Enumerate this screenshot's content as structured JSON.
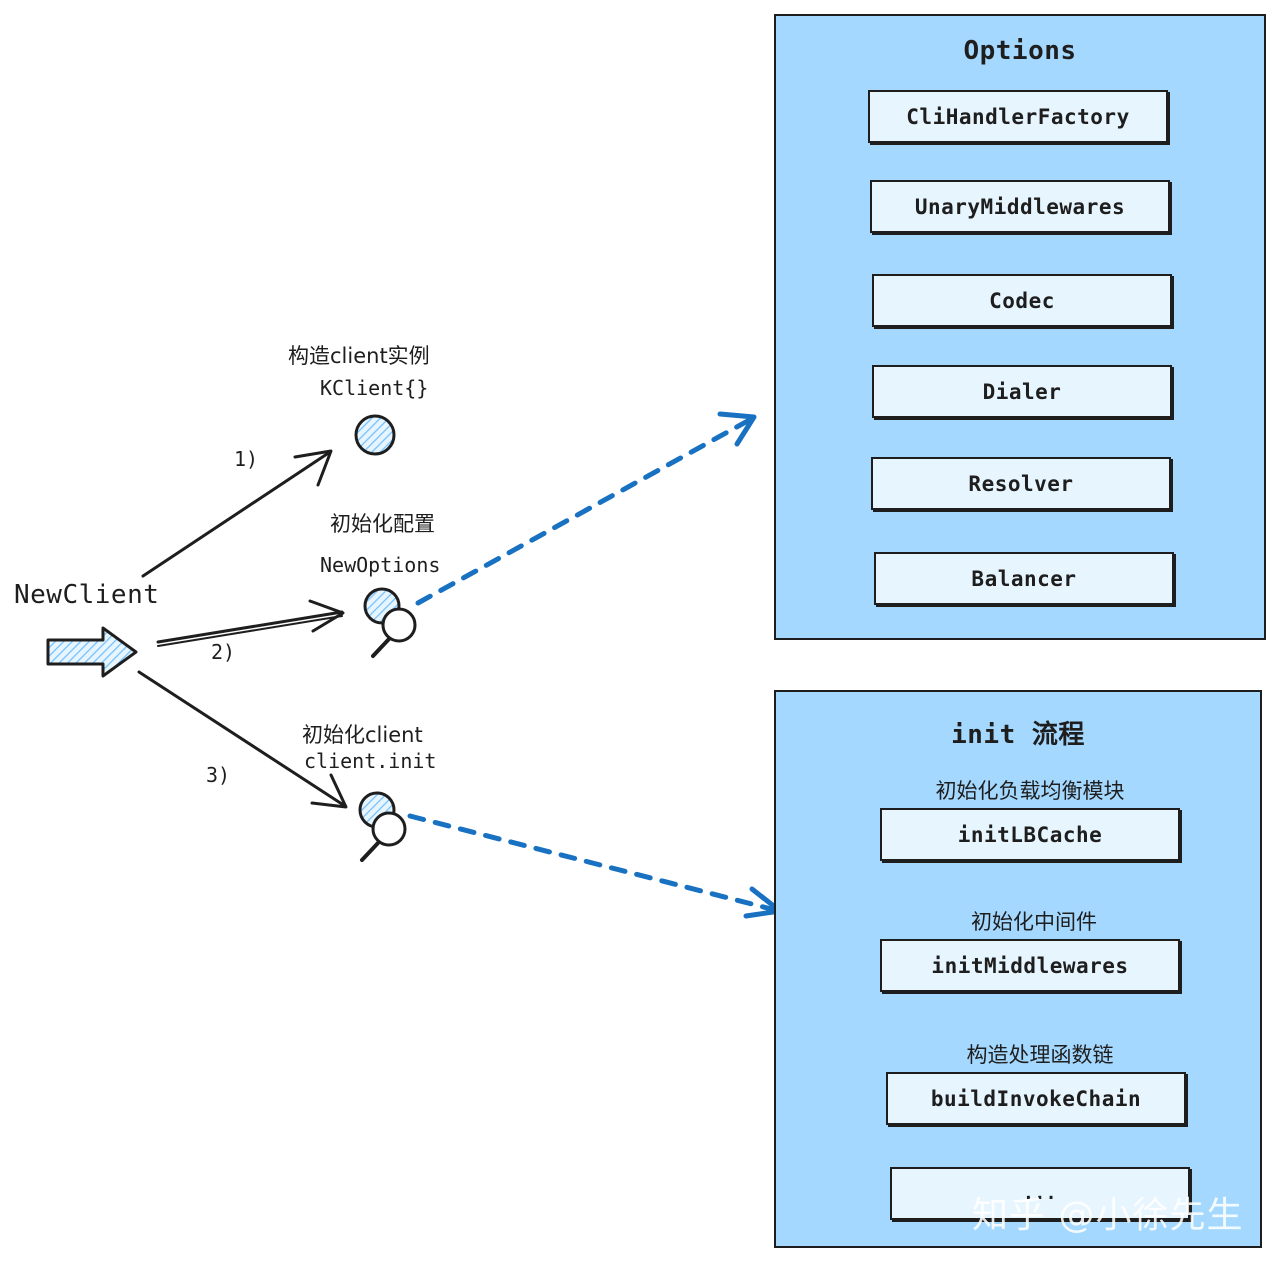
{
  "entry": {
    "label": "NewClient"
  },
  "steps": [
    {
      "number": "1)",
      "caption": "构造client实例",
      "code": "KClient{}"
    },
    {
      "number": "2)",
      "caption": "初始化配置",
      "code": "NewOptions"
    },
    {
      "number": "3)",
      "caption": "初始化client",
      "code": "client.init"
    }
  ],
  "options_panel": {
    "title": "Options",
    "items": [
      "CliHandlerFactory",
      "UnaryMiddlewares",
      "Codec",
      "Dialer",
      "Resolver",
      "Balancer"
    ]
  },
  "init_panel": {
    "title": "init 流程",
    "sections": [
      {
        "caption": "初始化负载均衡模块",
        "item": "initLBCache"
      },
      {
        "caption": "初始化中间件",
        "item": "initMiddlewares"
      },
      {
        "caption": "构造处理函数链",
        "item": "buildInvokeChain"
      },
      {
        "caption": "",
        "item": "..."
      }
    ]
  },
  "watermark": "知乎 @小徐先生",
  "colors": {
    "panel_fill": "#a5d8ff",
    "item_fill": "#e7f5ff",
    "stroke": "#1e1e1e",
    "dashed_arrow": "#1971c2"
  },
  "icons": {
    "kclient": "hatched-circle-icon",
    "newoptions": "search-icon",
    "client_init": "search-icon",
    "entry": "block-arrow-icon"
  }
}
